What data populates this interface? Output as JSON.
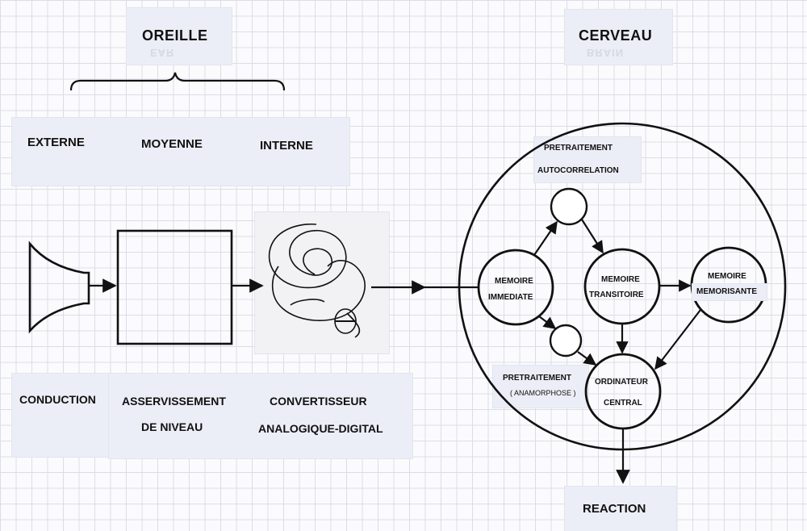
{
  "ear": {
    "title": "OREILLE",
    "sections": [
      "EXTERNE",
      "MOYENNE",
      "INTERNE"
    ],
    "functions": {
      "conduction": "CONDUCTION",
      "level_line1": "ASSERVISSEMENT",
      "level_line2": "DE NIVEAU",
      "conv_line1": "CONVERTISSEUR",
      "conv_line2": "ANALOGIQUE-DIGITAL"
    }
  },
  "brain": {
    "title": "CERVEAU",
    "preprocessing_top_line1": "PRETRAITEMENT",
    "preprocessing_top_line2": "AUTOCORRELATION",
    "preprocessing_bottom_line1": "PRETRAITEMENT",
    "preprocessing_bottom_line2": "( ANAMORPHOSE )",
    "nodes": {
      "immediate_line1": "MEMOIRE",
      "immediate_line2": "IMMEDIATE",
      "transient_line1": "MEMOIRE",
      "transient_line2": "TRANSITOIRE",
      "memorizing_line1": "MEMOIRE",
      "memorizing_line2": "MEMORISANTE",
      "central_line1": "ORDINATEUR",
      "central_line2": "CENTRAL"
    }
  },
  "output": {
    "reaction": "REACTION"
  },
  "colors": {
    "line": "#111111",
    "label_bg": "#eceef7",
    "grid": "#dcdce8"
  }
}
